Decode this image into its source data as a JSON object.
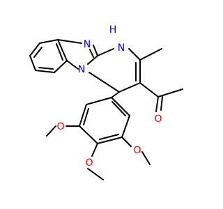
{
  "structure": {
    "background_color": "#ffffff",
    "bond_color": "#000000",
    "nitrogen_color": "#0000ff",
    "oxygen_color": "#ff0000",
    "atom_labels": {
      "n_imidazole": "N",
      "nh": "N",
      "h": "H",
      "n_bridge": "N",
      "o_ketone": "O",
      "o_methoxy_left": "O",
      "o_methoxy_mid": "O",
      "o_methoxy_right": "O"
    }
  }
}
